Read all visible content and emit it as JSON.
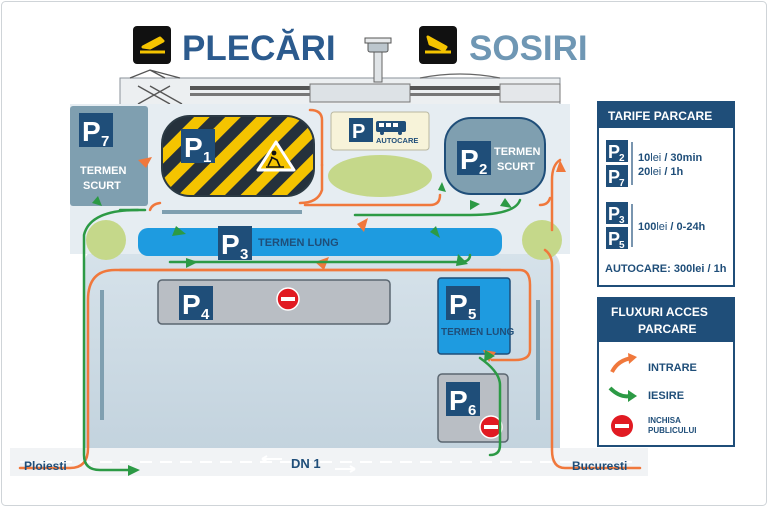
{
  "header": {
    "departures": "PLECĂRI",
    "arrivals": "SOSIRI"
  },
  "lots": {
    "p1": {
      "letter": "P",
      "num": "1"
    },
    "p2": {
      "letter": "P",
      "num": "2",
      "label1": "TERMEN",
      "label2": "SCURT"
    },
    "p3": {
      "letter": "P",
      "num": "3",
      "label": "TERMEN LUNG"
    },
    "p4": {
      "letter": "P",
      "num": "4"
    },
    "p5": {
      "letter": "P",
      "num": "5",
      "label": "TERMEN LUNG"
    },
    "p6": {
      "letter": "P",
      "num": "6"
    },
    "p7": {
      "letter": "P",
      "num": "7",
      "label1": "TERMEN",
      "label2": "SCURT"
    },
    "bus": {
      "letter": "P",
      "label": "AUTOCARE"
    }
  },
  "roads": {
    "left_city": "Ploiesti",
    "right_city": "Bucuresti",
    "highway": "DN 1"
  },
  "tariffs": {
    "title": "TARIFE PARCARE",
    "group1": {
      "lots": [
        {
          "letter": "P",
          "num": "2"
        },
        {
          "letter": "P",
          "num": "7"
        }
      ],
      "line1_price": "10",
      "line1_unit": "lei",
      "line1_rest": " / 30min",
      "line2_price": "20",
      "line2_unit": "lei",
      "line2_rest": " / 1h"
    },
    "group2": {
      "lots": [
        {
          "letter": "P",
          "num": "3"
        },
        {
          "letter": "P",
          "num": "5"
        }
      ],
      "line1_price": "100",
      "line1_unit": "lei",
      "line1_rest": " / 0-24h"
    },
    "bus_line": "AUTOCARE: 300lei / 1h"
  },
  "legend": {
    "title1": "FLUXURI ACCES",
    "title2": "PARCARE",
    "entry": "INTRARE",
    "exit": "IESIRE",
    "closed1": "INCHISA",
    "closed2": "PUBLICULUI"
  },
  "colors": {
    "navy": "#1f4e79",
    "lot_blue": "#1e8fd6",
    "lot_steel": "#7f9fb0",
    "lot_gray": "#b9bec4",
    "ground": "#c7d6e0",
    "entry_orange": "#f0783c",
    "exit_green": "#2c9a45",
    "closed_red": "#e11a22",
    "hazard_yellow": "#f5c400",
    "roundabout": "#c5d88a"
  }
}
